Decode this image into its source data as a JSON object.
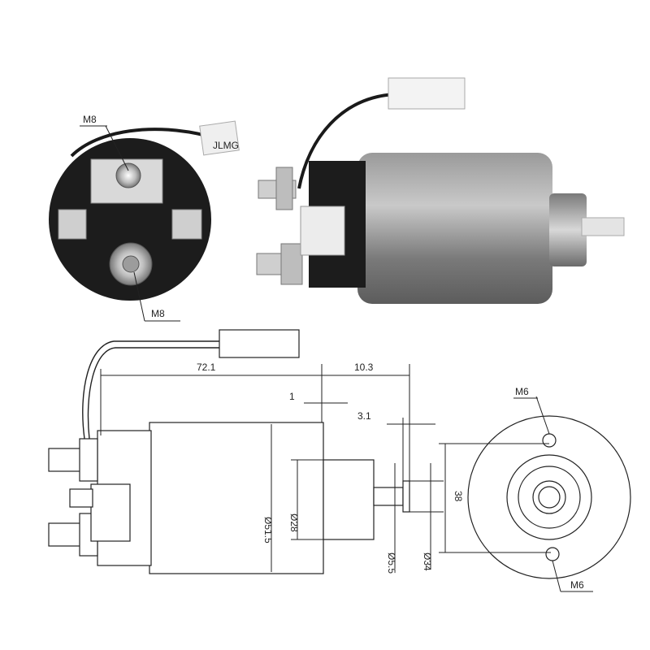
{
  "photo_end_view": {
    "callout_top": "M8",
    "callout_bottom": "M8",
    "connector_marking": "JLMG"
  },
  "drawing": {
    "dimensions": {
      "overall_length": "72.1",
      "plunger_length": "10.3",
      "gap_small": "1",
      "gap_tip": "3.1",
      "body_diameter": "Ø51.5",
      "nose_diameter": "Ø28",
      "tip_diameter": "Ø5.5",
      "shaft_diameter": "Ø34",
      "flange_height": "38"
    },
    "end_view": {
      "hole_top": "M6",
      "hole_bottom": "M6"
    }
  },
  "colors": {
    "body_metal": "#8e8e8e",
    "cap_black": "#1c1c1c",
    "line": "#222222"
  }
}
